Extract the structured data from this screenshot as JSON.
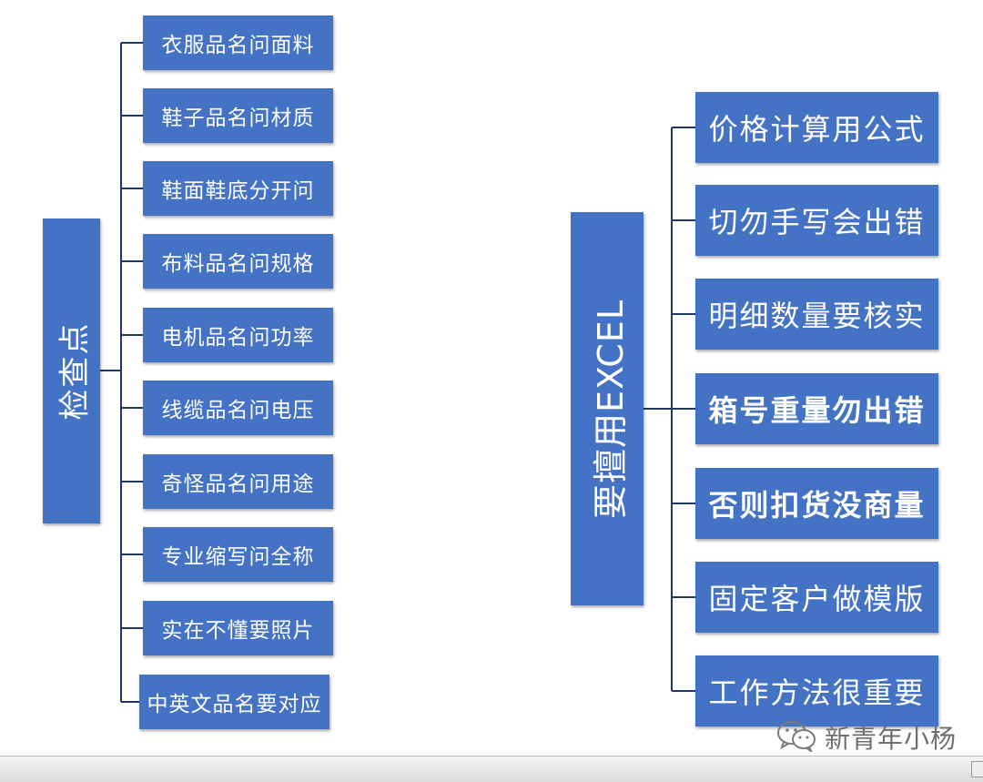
{
  "left_tree": {
    "root": "检查点",
    "items": [
      "衣服品名问面料",
      "鞋子品名问材质",
      "鞋面鞋底分开问",
      "布料品名问规格",
      "电机品名问功率",
      "线缆品名问电压",
      "奇怪品名问用途",
      "专业缩写问全称",
      "实在不懂要照片",
      "中英文品名要对应"
    ]
  },
  "right_tree": {
    "root": "要擅用EXCEL",
    "items": [
      "价格计算用公式",
      "切勿手写会出错",
      "明细数量要核实",
      "箱号重量勿出错",
      "否则扣货没商量",
      "固定客户做模版",
      "工作方法很重要"
    ]
  },
  "watermark": {
    "text": "新青年小杨",
    "icon": "wechat-icon"
  },
  "colors": {
    "box": "#4472c4",
    "box_text": "#ffffff",
    "connector": "#1f3864"
  }
}
